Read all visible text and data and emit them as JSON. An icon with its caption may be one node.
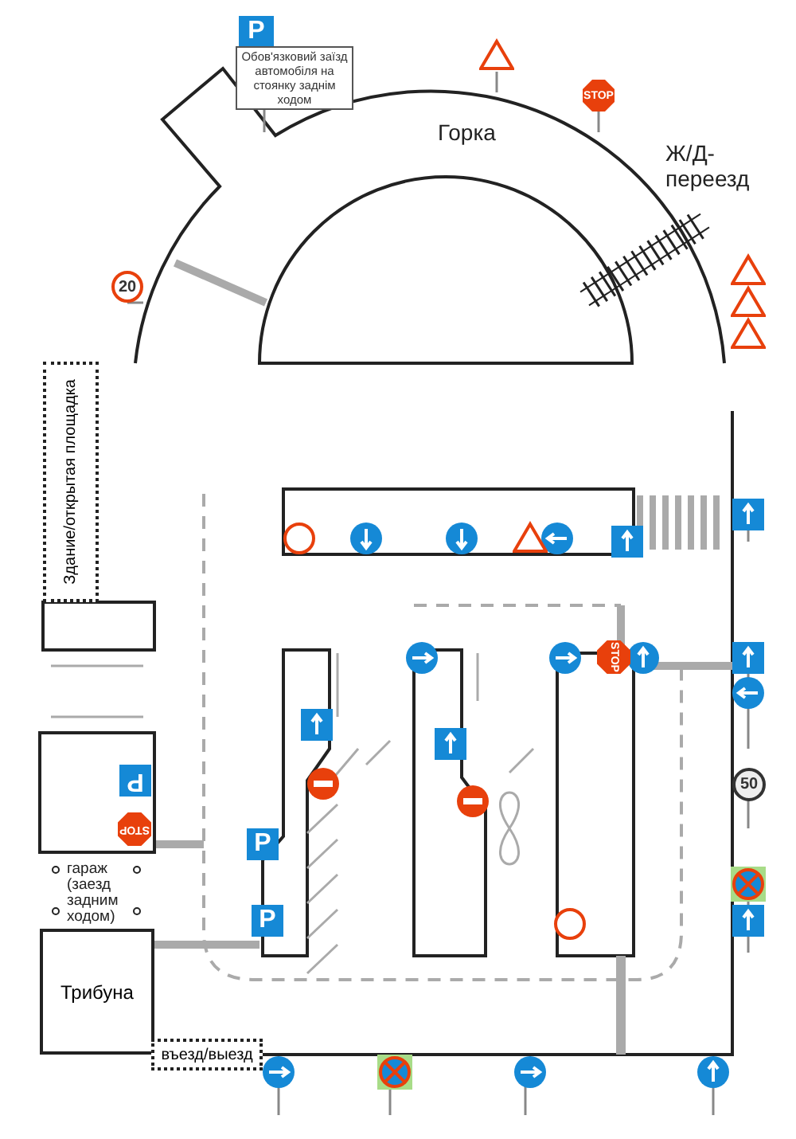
{
  "diagram": {
    "nodes": [
      {
        "text": [
          "P"
        ]
      },
      {
        "text": [
          "Обов'язковий заїзд автомобіля на стоянку заднім ходом"
        ]
      },
      {
        "text": [
          "STOP"
        ]
      },
      {
        "text": [
          "20"
        ]
      },
      {
        "text": [
          "Здание/открытая площадка"
        ]
      },
      {
        "text": [
          "P"
        ]
      },
      {
        "text": [
          "STOP"
        ]
      },
      {
        "text": [
          "P"
        ]
      },
      {
        "text": [
          "P"
        ]
      },
      {
        "text": [
          "STOP"
        ]
      },
      {
        "text": [
          "50"
        ]
      },
      {
        "text": [
          "Трибуна"
        ]
      },
      {
        "text": [
          "въезд/выезд"
        ]
      }
    ],
    "labels": [
      "Горка",
      "Ж/Д-переезд",
      "гараж (заезд задним ходом)"
    ]
  }
}
